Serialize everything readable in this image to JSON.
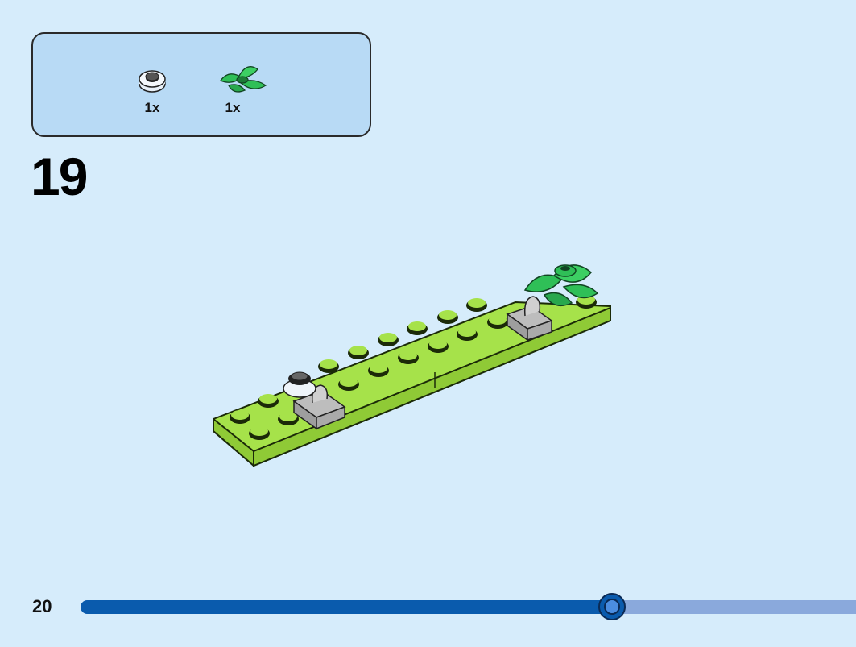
{
  "parts_list": {
    "items": [
      {
        "icon": "round-trans-clear-plate-icon",
        "quantity": "1x"
      },
      {
        "icon": "green-leaves-plant-icon",
        "quantity": "1x"
      }
    ]
  },
  "step": {
    "number": "19"
  },
  "page": {
    "number": "20"
  },
  "progress": {
    "fraction": 0.685
  },
  "colors": {
    "background": "#d6ecfb",
    "parts_box": "#b8daf5",
    "lime_plate": "#a6e24a",
    "leaf_green": "#2fbf57",
    "progress_fill": "#0a5bad",
    "progress_track": "#8aa9dc"
  }
}
